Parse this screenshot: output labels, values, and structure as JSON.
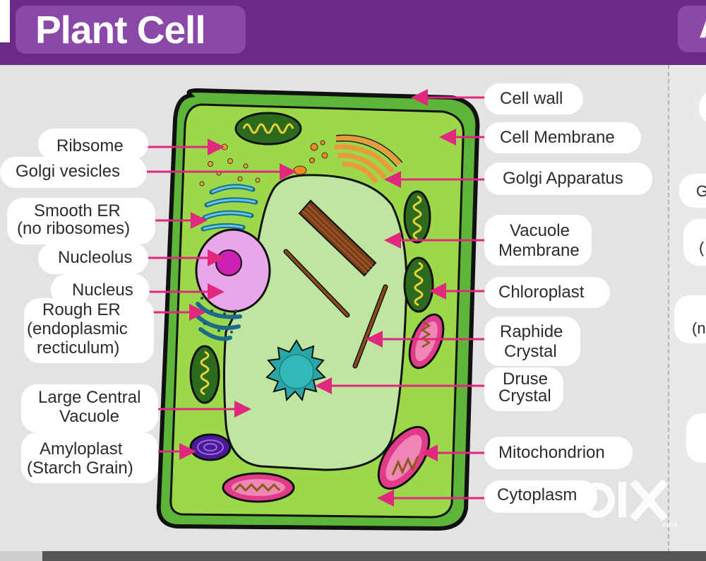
{
  "title": "Plant Cell",
  "right_title_fragment": "A",
  "labels_left": {
    "ribosome": "Ribsome",
    "golgi_vesicles": "Golgi vesicles",
    "smooth_er": [
      "Smooth ER",
      "(no ribosomes)"
    ],
    "nucleolus": "Nucleolus",
    "nucleus": "Nucleus",
    "rough_er": [
      "Rough ER",
      "(endoplasmic",
      "recticulum)"
    ],
    "central_vacuole": [
      "Large Central",
      "Vacuole"
    ],
    "amyloplast": [
      "Amyloplast",
      "(Starch Grain)"
    ]
  },
  "labels_right": {
    "cell_wall": "Cell wall",
    "cell_membrane": "Cell Membrane",
    "golgi_apparatus": "Golgi Apparatus",
    "vacuole_membrane": [
      "Vacuole",
      "Membrane"
    ],
    "chloroplast": "Chloroplast",
    "raphide_crystal": [
      "Raphide",
      "Crystal"
    ],
    "druse_crystal": [
      "Druse",
      "Crystal"
    ],
    "mitochondrion": "Mitochondrion",
    "cytoplasm": "Cytoplasm"
  },
  "right_edge_fragments": [
    "G",
    "(",
    "(n"
  ],
  "watermark": {
    "logo": "OLX",
    "sub": "INDIA"
  },
  "colors": {
    "header": "#6a2a8a",
    "pill": "#8a48a8",
    "arrow": "#e0297e",
    "cell_wall": "#5db53a",
    "cytoplasm": "#9bd94a",
    "vacuole": "#bfe6a0"
  }
}
